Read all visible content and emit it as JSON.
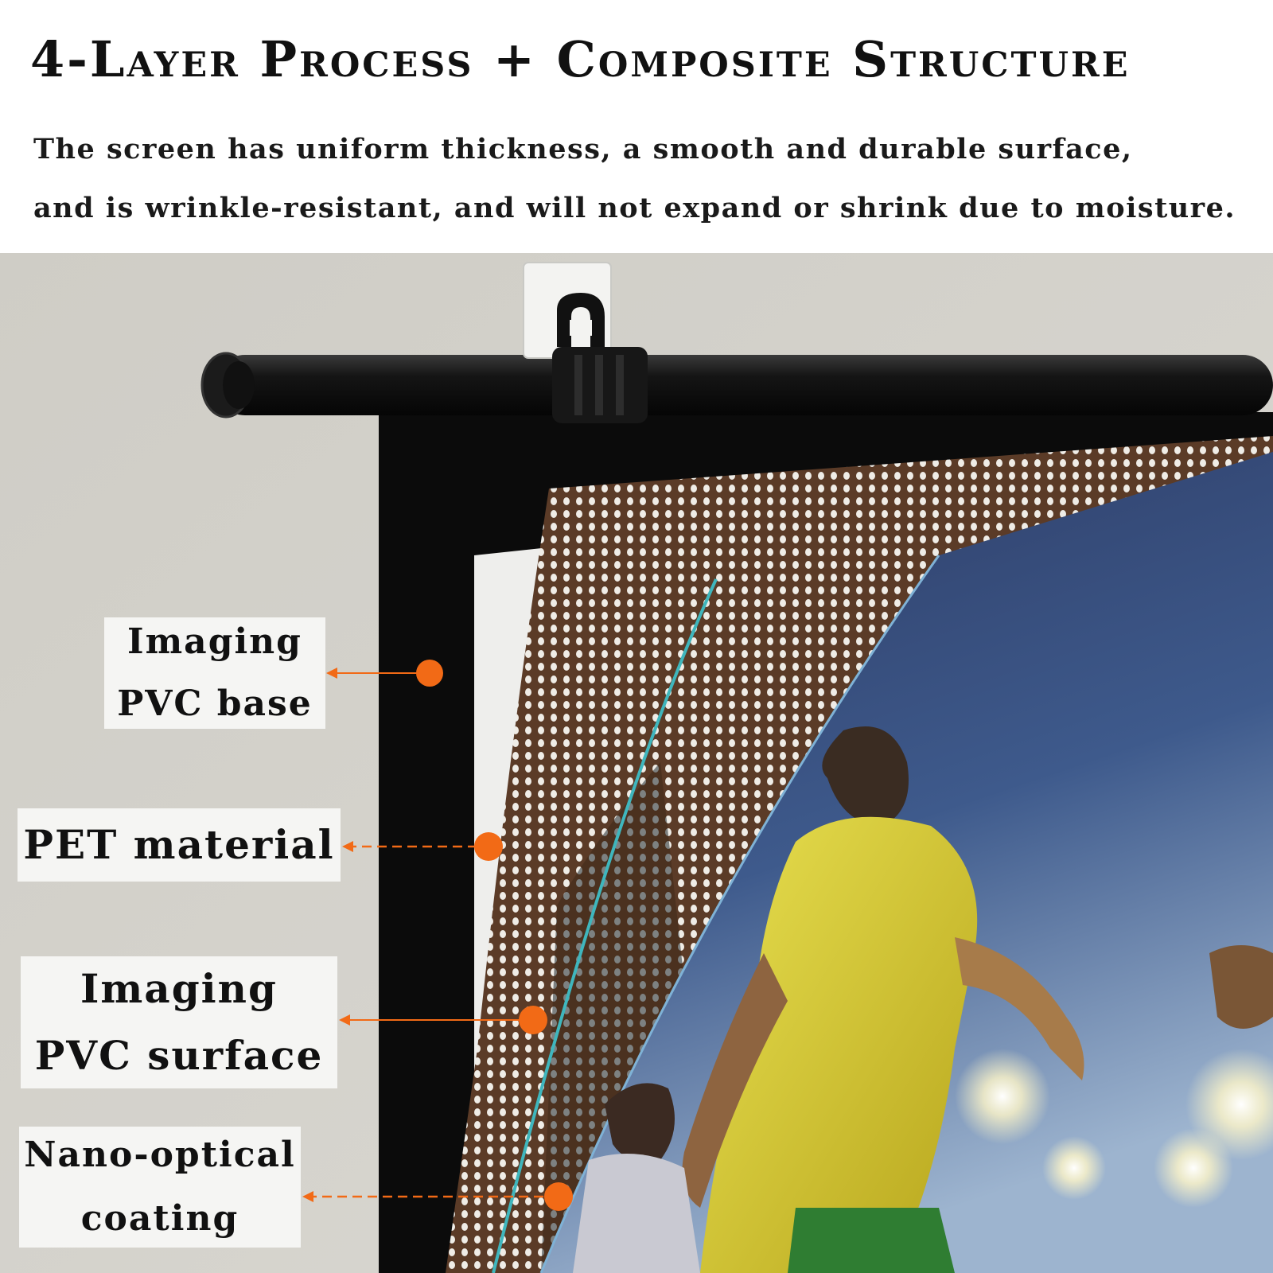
{
  "header": {
    "title": "4-Layer Process + Composite Structure",
    "subtitle_line1": "The screen has uniform thickness, a smooth and durable surface,",
    "subtitle_line2": "and is wrinkle-resistant, and will not expand or shrink due to moisture."
  },
  "layers": [
    {
      "line1": "Imaging",
      "line2": "PVC base"
    },
    {
      "line1": "PET material",
      "line2": ""
    },
    {
      "line1": "Imaging",
      "line2": "PVC surface"
    },
    {
      "line1": "Nano-optical",
      "line2": "coating"
    }
  ],
  "colors": {
    "callout_accent": "#f26a16",
    "wall": "#d3d1cb",
    "rod": "#111111",
    "mesh": "#5a3a26",
    "label_bg": "#f5f5f3"
  },
  "icons": [
    "hook-icon",
    "rod-icon"
  ]
}
